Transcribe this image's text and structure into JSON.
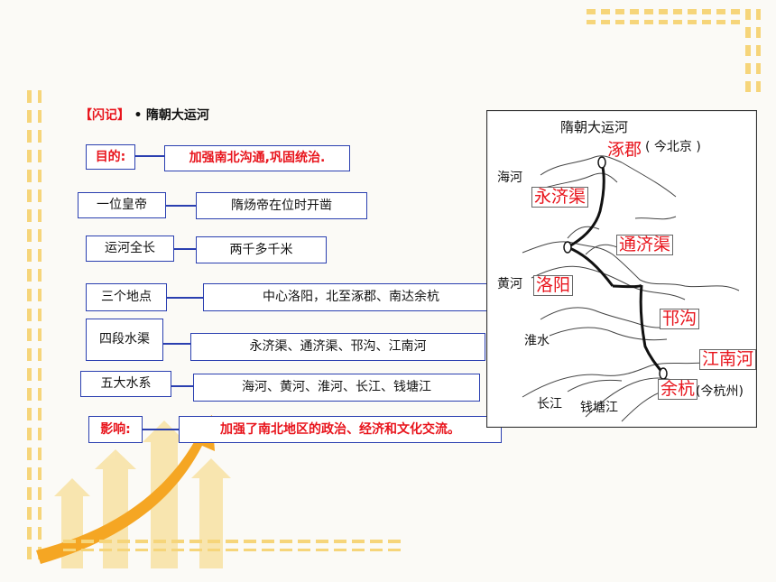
{
  "title": {
    "tag": "【闪记】",
    "bullet": "•",
    "text": "隋朝大运河"
  },
  "rows": [
    {
      "label": "目的:",
      "value": "加强南北沟通,巩固统治."
    },
    {
      "label": "一位皇帝",
      "value": "隋炀帝在位时开凿"
    },
    {
      "label": "运河全长",
      "value": "两千多千米"
    },
    {
      "label": "三个地点",
      "value": "中心洛阳，北至涿郡、南达余杭"
    },
    {
      "label": "四段水渠",
      "value": "永济渠、通济渠、邗沟、江南河"
    },
    {
      "label": "五大水系",
      "value": "海河、黄河、淮河、长江、钱塘江"
    },
    {
      "label": "影响:",
      "value": "加强了南北地区的政治、经济和文化交流。"
    }
  ],
  "map": {
    "title": "隋朝大运河",
    "labels": {
      "zhuojun": "涿郡",
      "jin_beijing": "( 今北京 )",
      "haihe": "海河",
      "yongjiqu": "永济渠",
      "tongjiqu": "通济渠",
      "huanghe": "黄河",
      "luoyang": "洛阳",
      "hangou": "邗沟",
      "huaishui": "淮水",
      "jiangnanhe": "江南河",
      "yuhang": "余杭",
      "jin_hangzhou": "(今杭州)",
      "changjiang": "长江",
      "qiantangjiang": "钱塘江"
    }
  },
  "colors": {
    "accent_red": "#e8141c",
    "border_blue": "#2a3fb0",
    "deco_yellow": "#f3c63a",
    "deco_orange": "#f5a623"
  }
}
